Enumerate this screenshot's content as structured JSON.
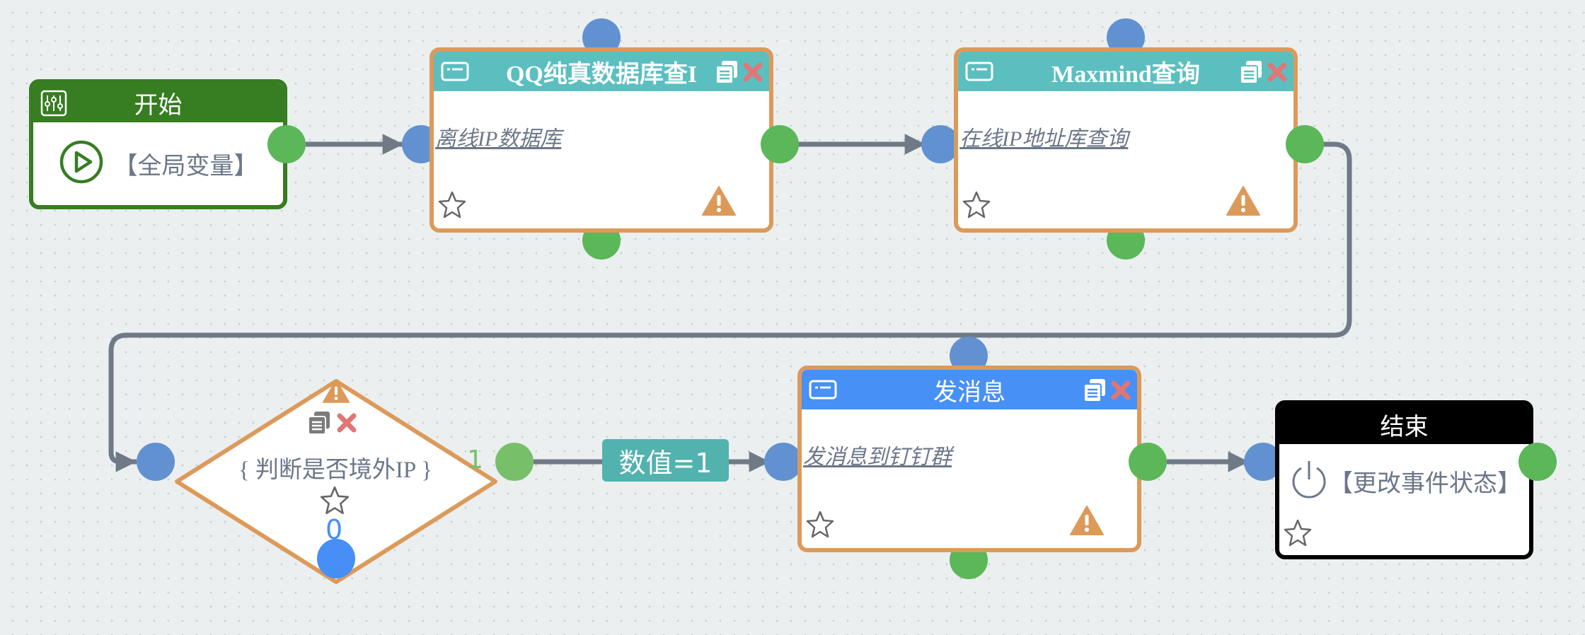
{
  "canvas": {
    "background": "#ebeff0"
  },
  "colors": {
    "start": "#377d22",
    "task_header_teal": "#5bbfc0",
    "task_header_blue": "#4790f5",
    "task_border": "#dc9a5a",
    "end": "#000000",
    "edge": "#707a87",
    "connector_in": "#6191d0",
    "connector_out": "#5bb757",
    "delete": "#e07676",
    "warning": "#dc9a5a",
    "edge_label": "#52b2ae"
  },
  "nodes": {
    "start": {
      "title": "开始",
      "header_icon": "sliders-icon",
      "body_icon": "play-circle-icon",
      "body": "【全局变量】"
    },
    "qq": {
      "title": "QQ纯真数据库查I",
      "header_icon": "window-icon",
      "description": "离线IP数据库",
      "icons": [
        "copy-icon",
        "delete-icon",
        "star-icon",
        "warning-icon"
      ]
    },
    "maxmind": {
      "title": "Maxmind查询",
      "header_icon": "window-icon",
      "description": "在线IP地址库查询",
      "icons": [
        "copy-icon",
        "delete-icon",
        "star-icon",
        "warning-icon"
      ]
    },
    "decision": {
      "text": "{ 判断是否境外IP }",
      "true_label": "1",
      "false_label": "0",
      "icons": [
        "warning-icon",
        "copy-icon",
        "delete-icon",
        "star-icon"
      ]
    },
    "message": {
      "title": "发消息",
      "header_icon": "window-icon",
      "description": "发消息到钉钉群",
      "icons": [
        "copy-icon",
        "delete-icon",
        "star-icon",
        "warning-icon"
      ]
    },
    "end": {
      "title": "结束",
      "body_icon": "power-icon",
      "body": "【更改事件状态】",
      "icons": [
        "star-icon"
      ]
    }
  },
  "edges": [
    {
      "from": "start",
      "to": "qq",
      "label": ""
    },
    {
      "from": "qq",
      "to": "maxmind",
      "label": ""
    },
    {
      "from": "maxmind",
      "to": "decision",
      "label": ""
    },
    {
      "from": "decision",
      "to": "message",
      "label": "数值=1"
    },
    {
      "from": "message",
      "to": "end",
      "label": ""
    }
  ]
}
